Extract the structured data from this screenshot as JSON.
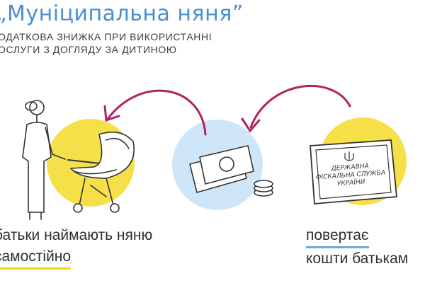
{
  "header": {
    "title": "„Муніципальна няня”",
    "subtitle_line1": "одаткова знижка при використанні",
    "subtitle_line2": "ослуги з догляду за дитиною"
  },
  "sign": {
    "line1": "ДЕРЖАВНА",
    "line2": "ФІСКАЛЬНА СЛУЖБА",
    "line3": "УКРАЇНИ"
  },
  "captions": {
    "left_line1": "батьки наймають няню",
    "left_line2": "самостійно",
    "right_line1": "повертає",
    "right_line2": "кошти батькам"
  },
  "colors": {
    "title_blue": "#4a8fd0",
    "circle_yellow": "#f5e04a",
    "circle_blue": "#cfe6f8",
    "arrow_magenta": "#b0245e"
  },
  "icons": [
    "mother-with-stroller-icon",
    "money-icon",
    "tax-office-sign-icon",
    "trident-icon"
  ]
}
